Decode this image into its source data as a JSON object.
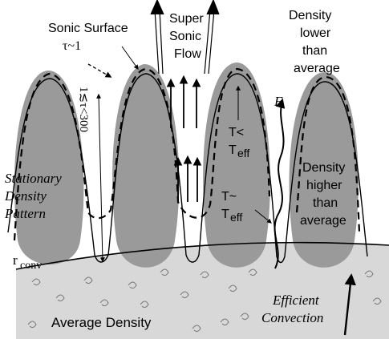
{
  "labels": {
    "sonic_surface": "Sonic Surface",
    "tau_1": "τ~1",
    "tau_range": "1≲τ<300",
    "super": "Super",
    "sonic": "Sonic",
    "flow": "Flow",
    "density_lower_1": "Density",
    "density_lower_2": "lower",
    "density_lower_3": "than",
    "density_lower_4": "average",
    "flux": "F",
    "t_less_1": "T<",
    "t_less_2": "T",
    "t_less_sub": "eff",
    "t_sim_1": "T~",
    "t_sim_2": "T",
    "t_sim_sub": "eff",
    "stationary_1": "Stationary",
    "stationary_2": "Density",
    "stationary_3": "Pattern",
    "density_higher_1": "Density",
    "density_higher_2": "higher",
    "density_higher_3": "than",
    "density_higher_4": "average",
    "r_conv": "r",
    "r_conv_sub": "conv",
    "average_density": "Average Density",
    "efficient_1": "Efficient",
    "efficient_2": "Convection"
  },
  "colors": {
    "plume": "#9a9a9a",
    "base": "#d8d8d8",
    "ink": "#000000"
  }
}
